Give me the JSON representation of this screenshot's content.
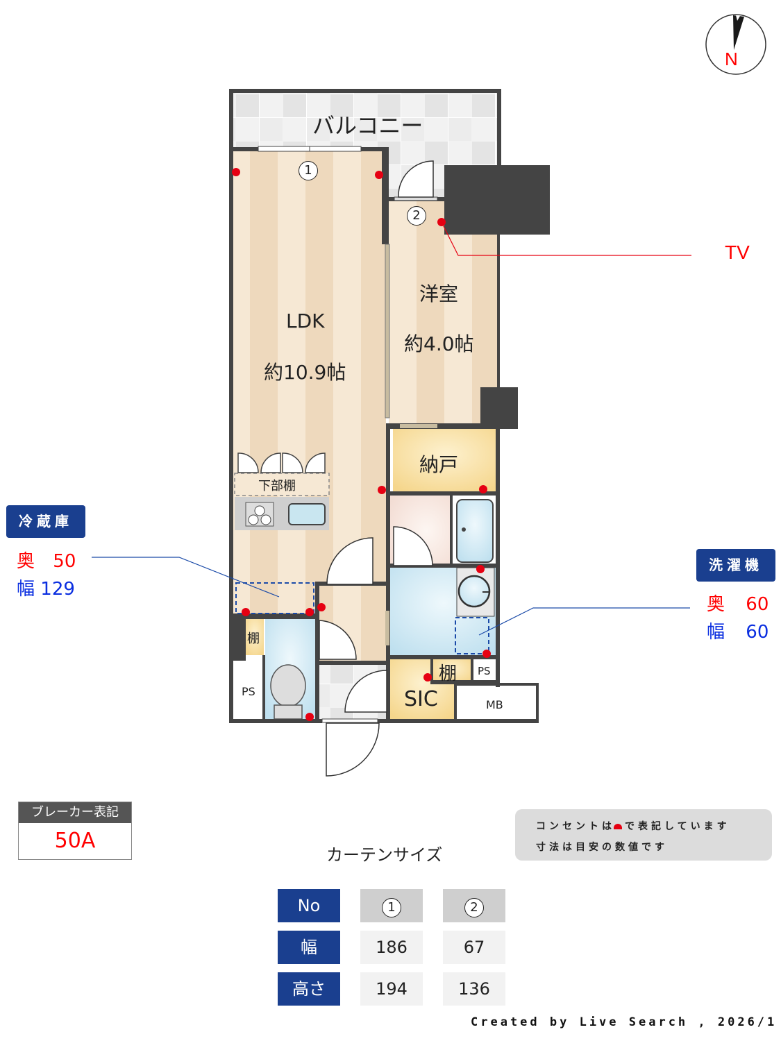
{
  "compass": {
    "label": "N"
  },
  "rooms": {
    "balcony": "バルコニー",
    "ldk": {
      "name": "LDK",
      "size": "約10.9帖"
    },
    "western": {
      "name": "洋室",
      "size": "約4.0帖"
    },
    "storage": "納戸",
    "lower_shelf": "下部棚",
    "shelf_toilet": "棚",
    "shelf_sic": "棚",
    "sic": "SIC",
    "ps_left": "PS",
    "ps_right": "PS",
    "mb": "MB"
  },
  "window_markers": [
    "1",
    "2"
  ],
  "tv": {
    "label": "TV"
  },
  "fridge": {
    "title": "冷蔵庫",
    "depth_label": "奥",
    "depth": "50",
    "width_label": "幅",
    "width": "129"
  },
  "washer": {
    "title": "洗濯機",
    "depth_label": "奥",
    "depth": "60",
    "width_label": "幅",
    "width": "60"
  },
  "breaker": {
    "title": "ブレーカー表記",
    "value": "50A"
  },
  "notes": {
    "line1_a": "コンセントは",
    "line1_b": "で表記しています",
    "line2": "寸法は目安の数値です"
  },
  "curtain": {
    "title": "カーテンサイズ",
    "headers": [
      "No",
      "幅",
      "高さ"
    ],
    "columns": [
      {
        "no": "1",
        "width": "186",
        "height": "194"
      },
      {
        "no": "2",
        "width": "67",
        "height": "136"
      }
    ]
  },
  "credit": "Created by Live Search , 2026/1",
  "colors": {
    "wall": "#444444",
    "badge": "#1a3f8f",
    "outlet": "#e60012",
    "floor_light": "#f6e8d4",
    "floor_dark": "#eed9bd"
  }
}
